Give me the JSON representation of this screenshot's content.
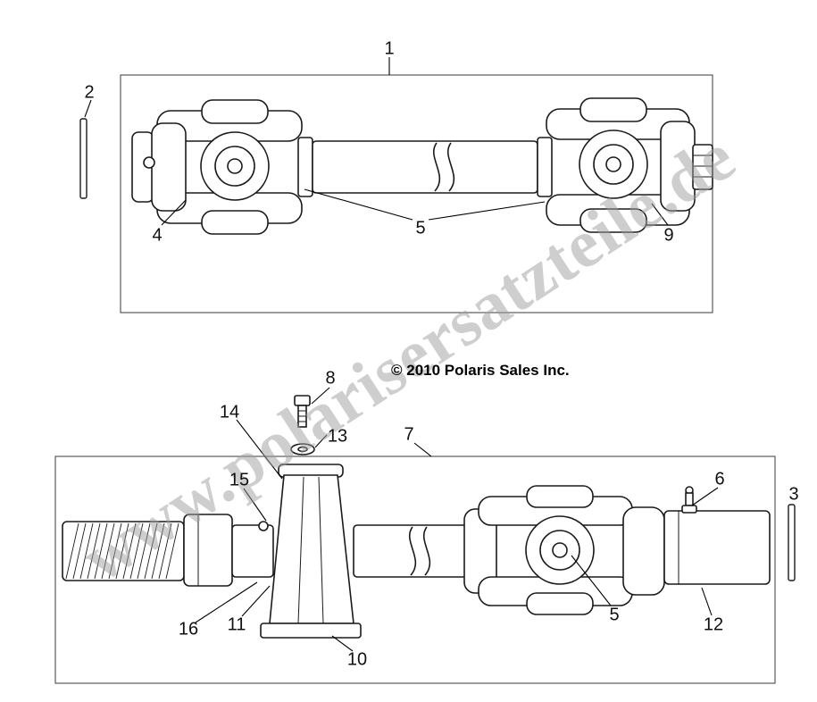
{
  "page": {
    "watermark": "www.polarisersatzteile.de",
    "copyright": "© 2010 Polaris Sales Inc."
  },
  "callouts": {
    "1": "1",
    "2": "2",
    "3": "3",
    "4": "4",
    "5a": "5",
    "5b": "5",
    "6": "6",
    "7": "7",
    "8": "8",
    "9": "9",
    "10": "10",
    "11": "11",
    "12": "12",
    "13": "13",
    "14": "14",
    "15": "15",
    "16": "16"
  },
  "colors": {
    "line": "#1a1a1a",
    "box_border": "#3a3a3a",
    "watermark": "#9e9e9e",
    "background": "#ffffff"
  }
}
